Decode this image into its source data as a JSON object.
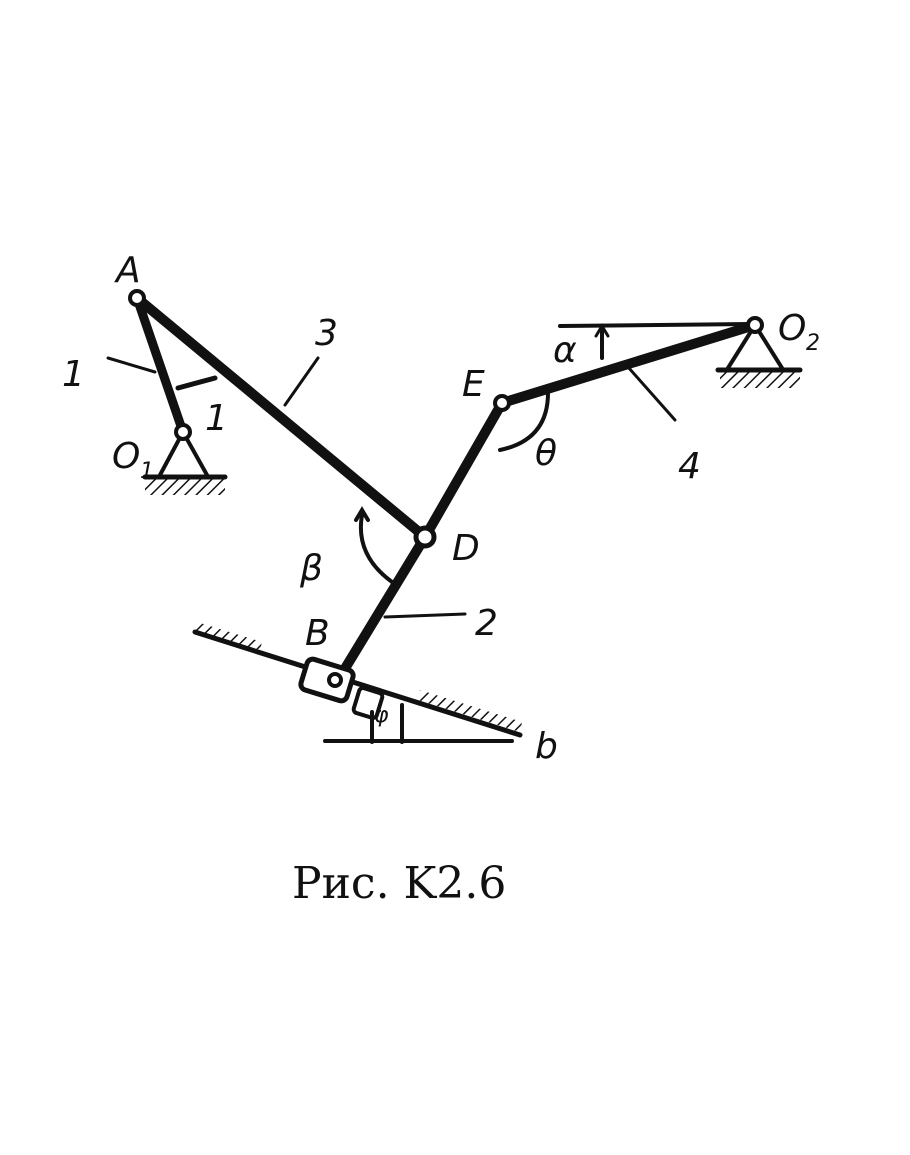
{
  "points": {
    "A": "A",
    "B": "B",
    "D": "D",
    "E": "E",
    "O1": "O",
    "O1_sub": "1",
    "O2": "O",
    "O2_sub": "2",
    "b": "b"
  },
  "links": {
    "l1": "1",
    "l2": "2",
    "l3": "3",
    "l4": "4"
  },
  "angles": {
    "alpha": "α",
    "beta": "β",
    "theta": "θ",
    "phi": "φ",
    "omega": "1"
  },
  "caption": "Рис. K2.6",
  "colors": {
    "ink": "#111111",
    "background": "#ffffff"
  }
}
